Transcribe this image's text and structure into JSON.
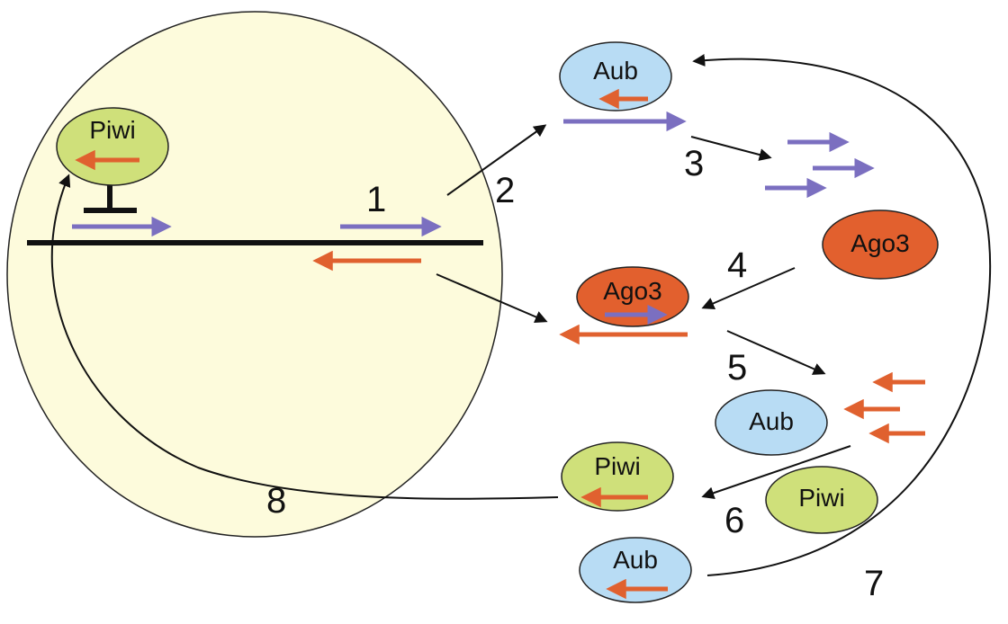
{
  "diagram": {
    "colors": {
      "nucleus_fill": "#fdfbdc",
      "outline": "#222222",
      "sense_arrow": "#7b6fc0",
      "antisense_arrow": "#e0612f",
      "piwi_fill": "#cfe07a",
      "aub_fill": "#b8dcf4",
      "ago3_fill": "#e2602e",
      "flow_arrow": "#111111"
    },
    "proteins": {
      "piwi_nucleus": "Piwi",
      "aub_top": "Aub",
      "ago3_free": "Ago3",
      "ago3_bound": "Ago3",
      "aub_middle": "Aub",
      "piwi_loaded": "Piwi",
      "piwi_free": "Piwi",
      "aub_bottom": "Aub"
    },
    "steps": {
      "step1": "1",
      "step2": "2",
      "step3": "3",
      "step4": "4",
      "step5": "5",
      "step6": "6",
      "step7": "7",
      "step8": "8"
    }
  }
}
